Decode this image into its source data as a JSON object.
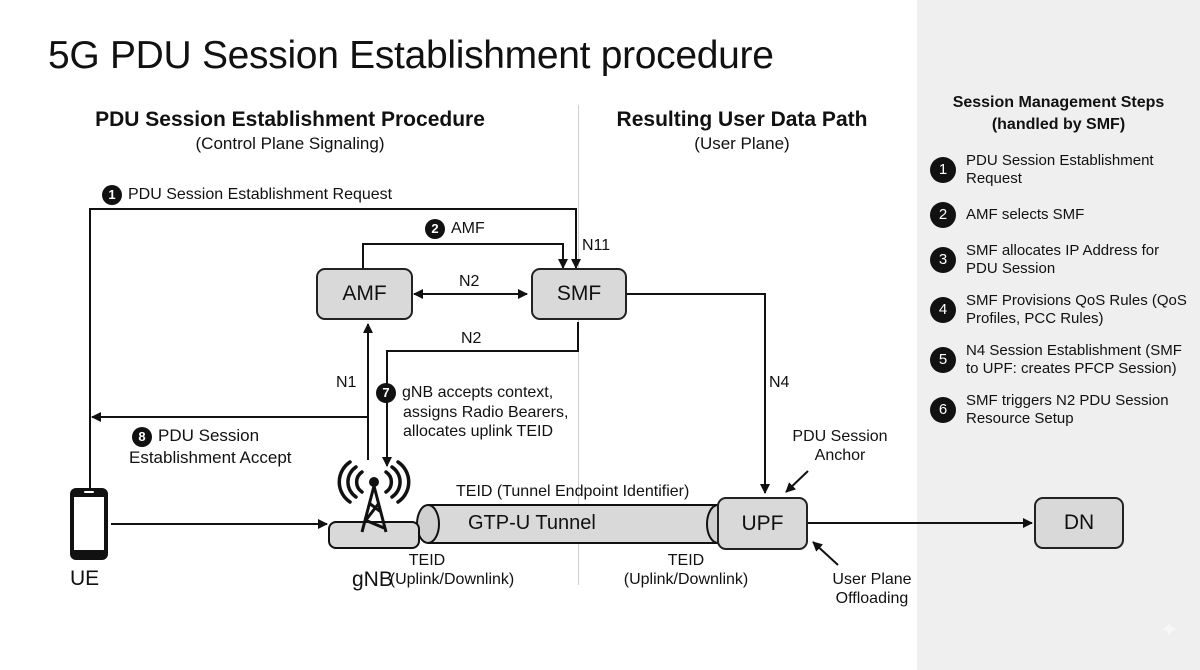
{
  "title": "5G PDU Session Establishment procedure",
  "left_section": {
    "heading": "PDU Session Establishment Procedure",
    "subheading": "(Control Plane Signaling)"
  },
  "right_section": {
    "heading": "Resulting User Data Path",
    "subheading": "(User Plane)"
  },
  "nodes": {
    "amf": "AMF",
    "smf": "SMF",
    "upf": "UPF",
    "dn": "DN",
    "ue": "UE",
    "gnb": "gNB"
  },
  "interfaces": {
    "n11": "N11",
    "n2_amf_smf": "N2",
    "n2_smf_gnb": "N2",
    "n1": "N1",
    "n4": "N4"
  },
  "flow_labels": {
    "step1": {
      "num": "1",
      "text": "PDU Session Establishment Request"
    },
    "step2": {
      "num": "2",
      "text": "AMF"
    },
    "step7": {
      "num": "7",
      "lines": [
        "gNB accepts context,",
        "assigns Radio Bearers,",
        "allocates uplink TEID"
      ]
    },
    "step8": {
      "num": "8",
      "lines": [
        "PDU Session",
        "Establishment Accept"
      ]
    }
  },
  "tunnel": {
    "label": "GTP-U Tunnel",
    "top_label": "TEID (Tunnel Endpoint Identifier)",
    "teid_left": [
      "TEID",
      "(Uplink/Downlink)"
    ],
    "teid_right": [
      "TEID",
      "(Uplink/Downlink)"
    ]
  },
  "annotations": {
    "anchor": [
      "PDU Session",
      "Anchor"
    ],
    "offloading": [
      "User Plane",
      "Offloading"
    ]
  },
  "sidebar": {
    "title_line1": "Session Management Steps",
    "title_line2": "(handled by SMF)",
    "steps": [
      {
        "num": "1",
        "text": "PDU Session Establishment Request"
      },
      {
        "num": "2",
        "text": "AMF selects SMF"
      },
      {
        "num": "3",
        "text": "SMF allocates IP Address for PDU Session"
      },
      {
        "num": "4",
        "text": "SMF Provisions QoS Rules (QoS Profiles, PCC Rules)"
      },
      {
        "num": "5",
        "text": "N4 Session Establishment (SMF to UPF: creates PFCP Session)"
      },
      {
        "num": "6",
        "text": "SMF triggers N2 PDU Session Resource Setup"
      }
    ]
  },
  "colors": {
    "node_fill": "#d9d9d9",
    "sidebar_bg": "#efefef",
    "line": "#111111"
  }
}
